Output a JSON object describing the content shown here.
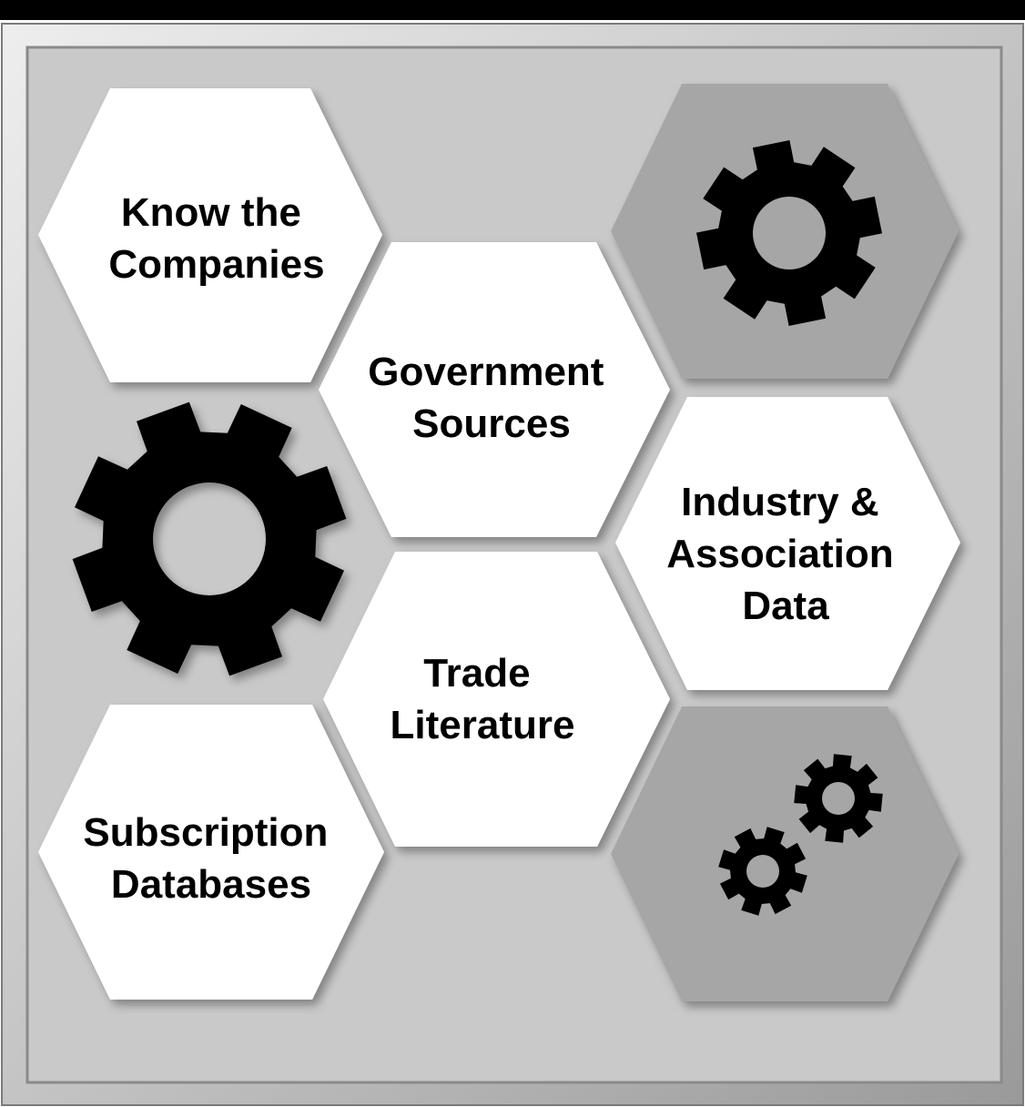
{
  "diagram": {
    "hexagons": [
      {
        "id": "know-companies",
        "kind": "text",
        "lines": [
          "Know the",
          "Companies"
        ]
      },
      {
        "id": "government-sources",
        "kind": "text",
        "lines": [
          "Government",
          "Sources"
        ]
      },
      {
        "id": "industry-association",
        "kind": "text",
        "lines": [
          "Industry &",
          "Association",
          "Data"
        ]
      },
      {
        "id": "trade-literature",
        "kind": "text",
        "lines": [
          "Trade",
          "Literature"
        ]
      },
      {
        "id": "subscription-databases",
        "kind": "text",
        "lines": [
          "Subscription",
          "Databases"
        ]
      },
      {
        "id": "gear-top-right",
        "kind": "icon",
        "icon": "gear-icon"
      },
      {
        "id": "gears-bottom-right",
        "kind": "icon",
        "icon": "two-gears-icon"
      }
    ],
    "freestanding_icon": "gear-icon",
    "colors": {
      "header_bar": "#000000",
      "panel_background": "#c9c9c9",
      "hex_white": "#ffffff",
      "hex_gray": "#a6a6a6",
      "gear": "#000000"
    }
  }
}
